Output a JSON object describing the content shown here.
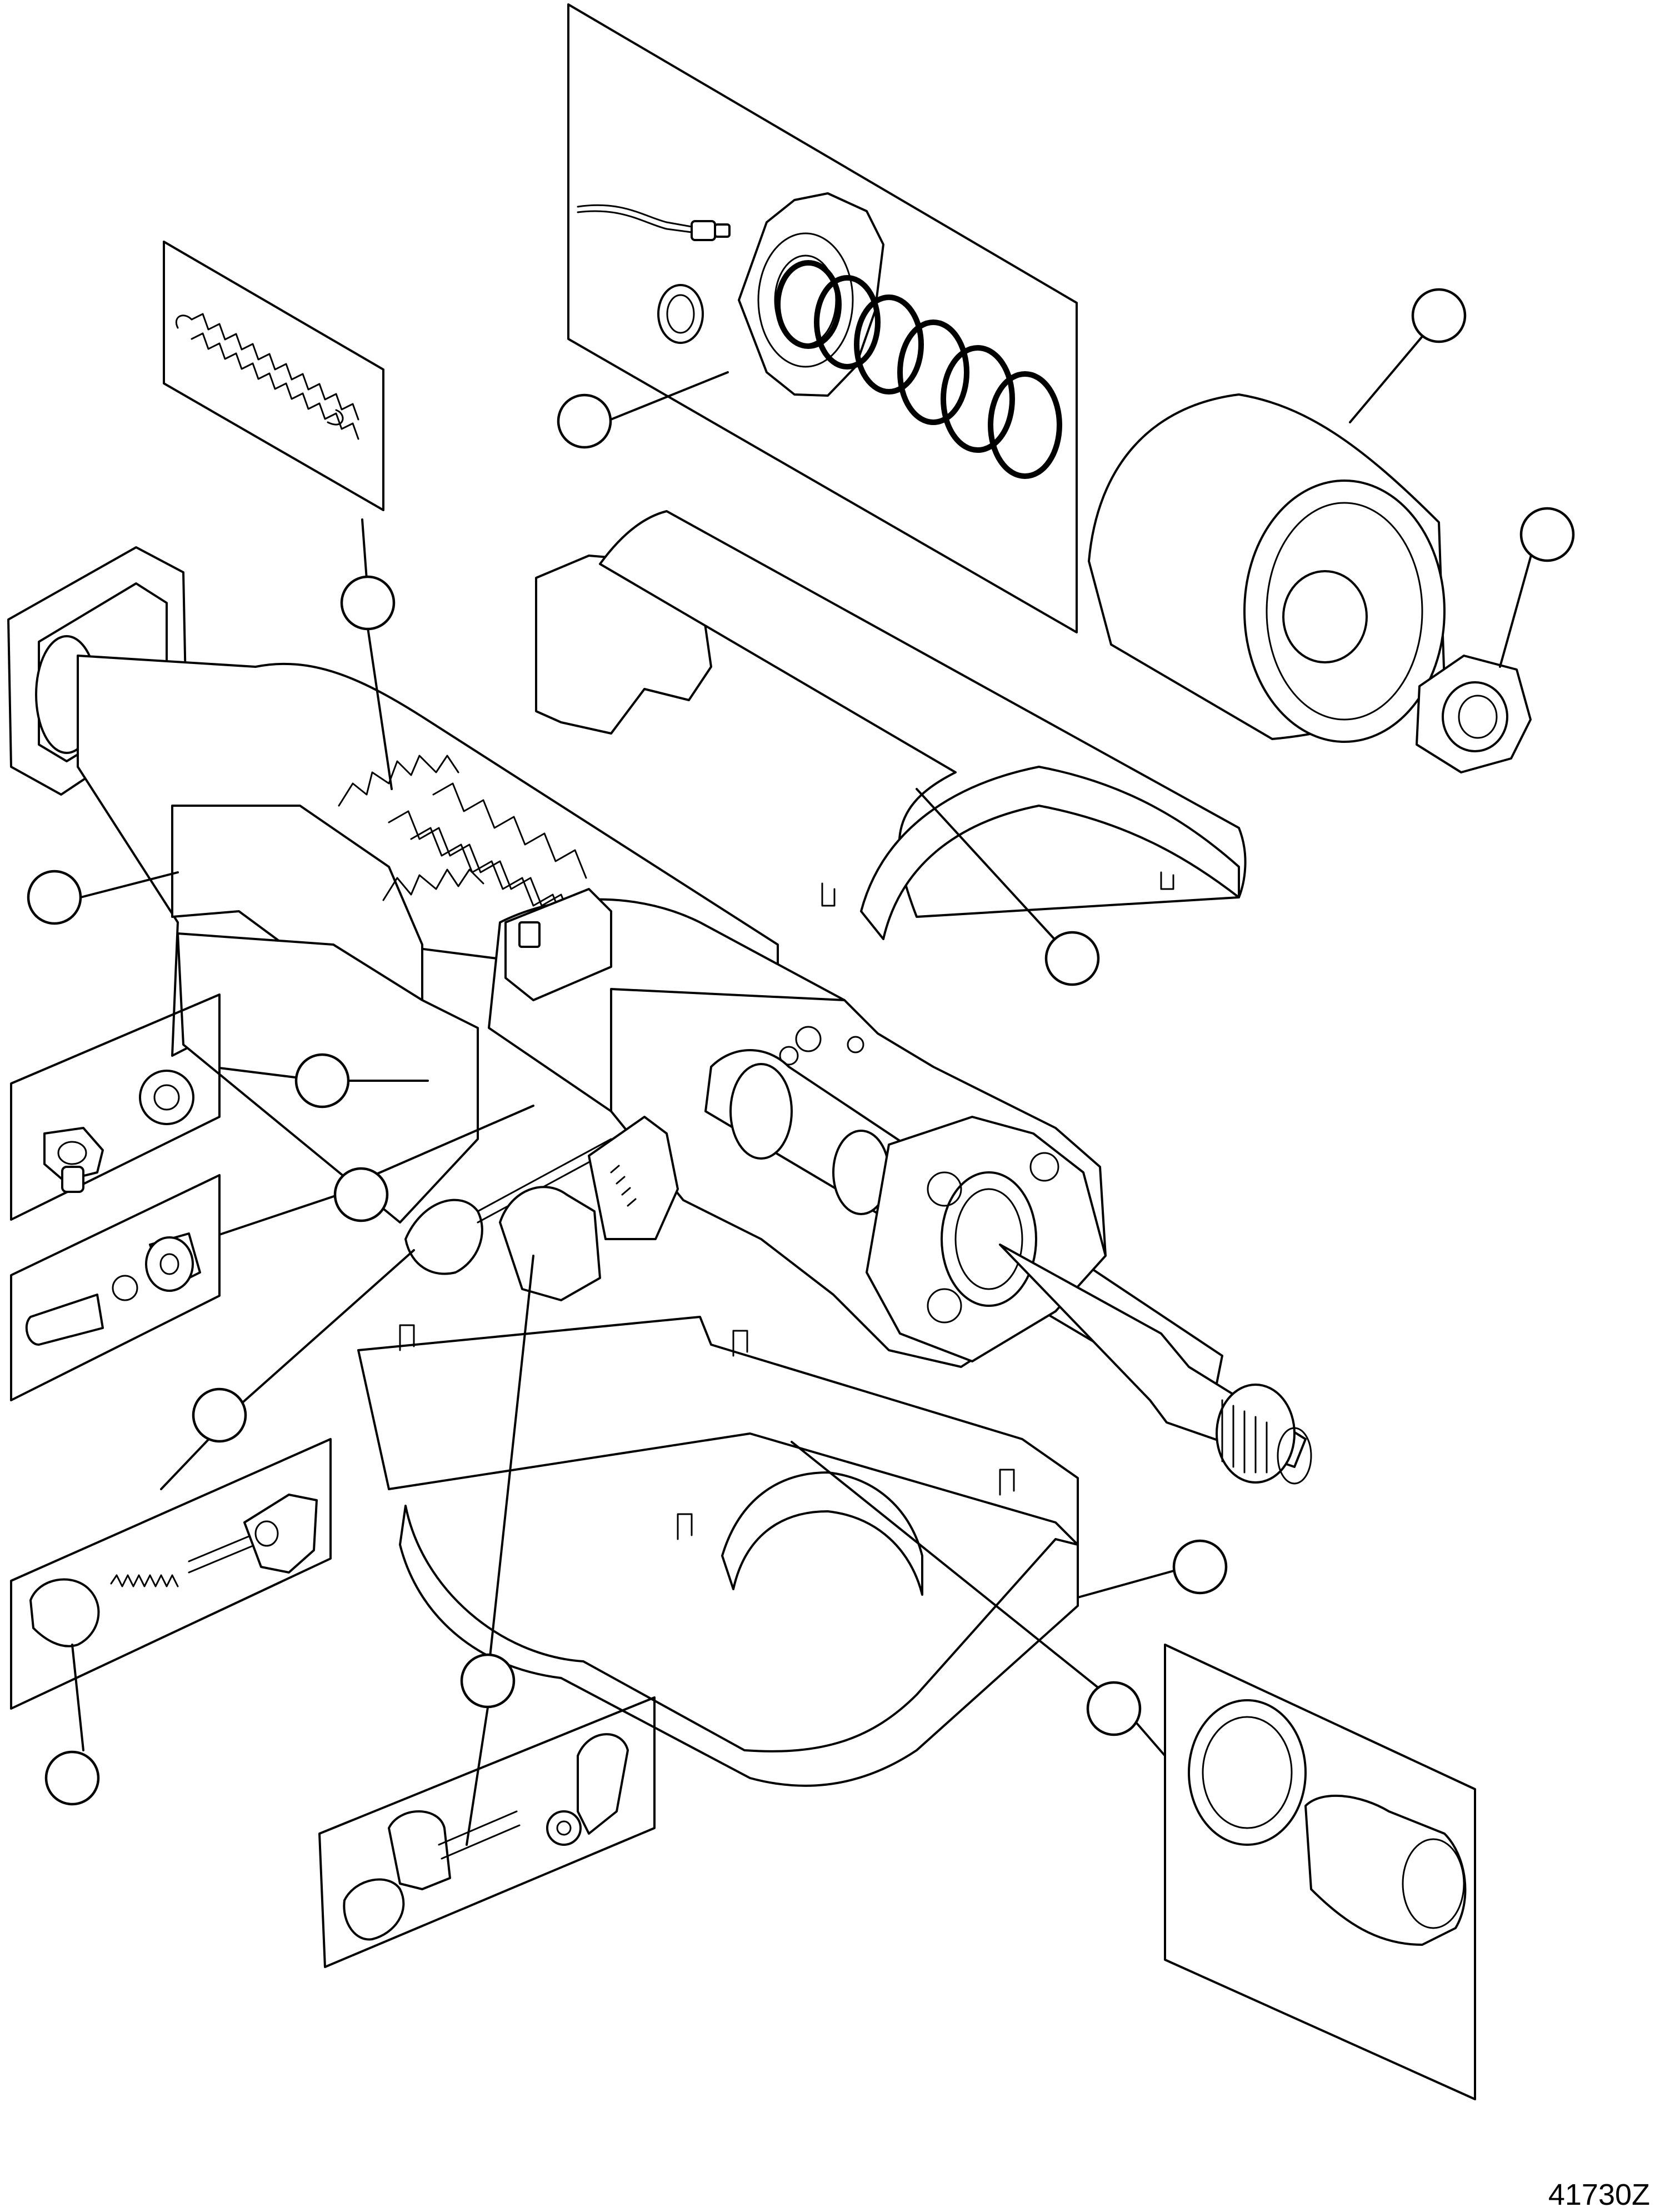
{
  "figure": {
    "figure_number": "41730Z"
  },
  "callouts": [
    {
      "id": "c1",
      "label": ""
    },
    {
      "id": "c2",
      "label": ""
    },
    {
      "id": "c3",
      "label": ""
    },
    {
      "id": "c4",
      "label": ""
    },
    {
      "id": "c5",
      "label": ""
    },
    {
      "id": "c6",
      "label": ""
    },
    {
      "id": "c7",
      "label": ""
    },
    {
      "id": "c8",
      "label": ""
    },
    {
      "id": "c9",
      "label": ""
    },
    {
      "id": "c10",
      "label": ""
    },
    {
      "id": "c11",
      "label": ""
    },
    {
      "id": "c12",
      "label": ""
    },
    {
      "id": "c13",
      "label": ""
    },
    {
      "id": "c14",
      "label": ""
    },
    {
      "id": "c15",
      "label": ""
    }
  ]
}
